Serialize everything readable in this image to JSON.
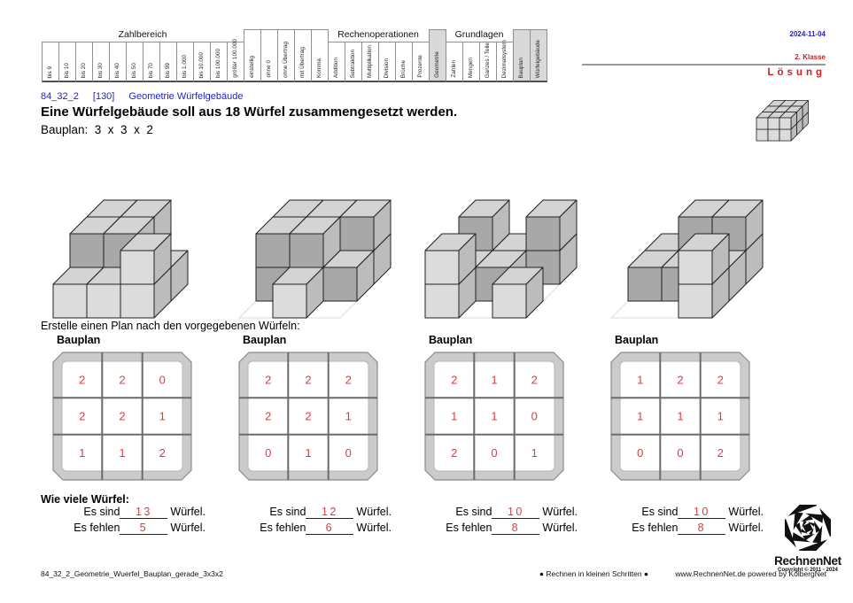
{
  "meta_matrix": {
    "groups": [
      {
        "title": "Zahlbereich",
        "highlight": false,
        "columns": [
          "bis 9",
          "bis 10",
          "bis 20",
          "bis 30",
          "bis 40",
          "bis 50",
          "bis 70",
          "bis 99",
          "bis 1.000",
          "bis 10.000",
          "bis 100.000",
          "größer 100.000"
        ]
      },
      {
        "title": "",
        "highlight": false,
        "columns": [
          "einstellig",
          "ohne 0",
          "ohne Übertrag",
          "mit Übertrag",
          "Komma"
        ]
      },
      {
        "title": "Rechenoperationen",
        "highlight": false,
        "columns": [
          "Addition",
          "Subtraktion",
          "Multiplikation",
          "Division",
          "Brüche",
          "Prozente"
        ]
      },
      {
        "title": "",
        "highlight": true,
        "columns": [
          "Geometrie"
        ]
      },
      {
        "title": "Grundlagen",
        "highlight": false,
        "columns": [
          "Zahlen",
          "Mengen",
          "Ganzes / Teile",
          "Dezimalsystem"
        ]
      },
      {
        "title": "",
        "highlight": true,
        "columns": [
          "Bauplan",
          "Würfelgebäude"
        ]
      }
    ]
  },
  "corner": {
    "date": "2024-11-04",
    "grade": "2. Klasse",
    "solution": "Lösung"
  },
  "title_block": {
    "code": "84_32_2",
    "ref": "[130]",
    "topic": "Geometrie Würfelgebäude",
    "title": "Eine Würfelgebäude soll aus 18 Würfel zusammengesetzt werden.",
    "subtitle": "Bauplan:  3  x  3  x  2"
  },
  "instruction": "Erstelle einen Plan nach den vorgegebenen Würfeln:",
  "bauplan_label": "Bauplan",
  "puzzles": [
    {
      "plan": [
        [
          2,
          2,
          0
        ],
        [
          2,
          2,
          1
        ],
        [
          1,
          1,
          2
        ]
      ],
      "cubes_present": "13",
      "cubes_missing": "5"
    },
    {
      "plan": [
        [
          2,
          2,
          2
        ],
        [
          2,
          2,
          1
        ],
        [
          0,
          1,
          0
        ]
      ],
      "cubes_present": "12",
      "cubes_missing": "6"
    },
    {
      "plan": [
        [
          2,
          1,
          2
        ],
        [
          1,
          1,
          0
        ],
        [
          2,
          0,
          1
        ]
      ],
      "cubes_present": "10",
      "cubes_missing": "8"
    },
    {
      "plan": [
        [
          1,
          2,
          2
        ],
        [
          1,
          1,
          1
        ],
        [
          0,
          0,
          2
        ]
      ],
      "cubes_present": "10",
      "cubes_missing": "8"
    }
  ],
  "questions": {
    "heading": "Wie viele Würfel:",
    "present_label": "Es sind",
    "missing_label": "Es fehlen",
    "unit": "Würfel."
  },
  "logo": {
    "name": "RechnenNet",
    "copyright": "Copyright © 2011 - 2024"
  },
  "footer": {
    "filename": "84_32_2_Geometrie_Wuerfel_Bauplan_gerade_3x3x2",
    "slogan": "● Rechnen in kleinen Schritten ●",
    "site": "www.RechnenNet.de powered by KolbergNet"
  },
  "colors": {
    "accent_blue": "#2222cc",
    "accent_red": "#cc2222",
    "number_red": "#e23b3b",
    "cube_top": "#d4d4d4",
    "cube_front_near": "#dcdcdc",
    "cube_front_far": "#a8a8a8",
    "cube_side": "#bcbcbc",
    "cube_stroke": "#1f1f1f",
    "frame_gray": "#cbcbcb",
    "grid_line": "#6b6b6b"
  }
}
